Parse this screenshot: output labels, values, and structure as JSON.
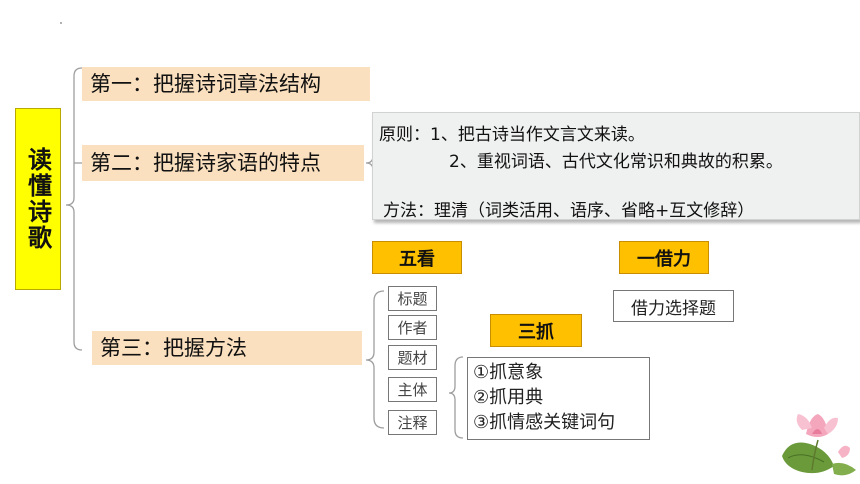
{
  "root": {
    "label": "读懂诗歌"
  },
  "branches": [
    {
      "label": "第一：把握诗词章法结构"
    },
    {
      "label": "第二：把握诗家语的特点"
    },
    {
      "label": "第三：把握方法"
    }
  ],
  "principle_box": {
    "line1": "原则：1、把古诗当作文言文来读。",
    "line2": "2、重视词语、古代文化常识和典故的积累。",
    "line3": "方法：理清（词类活用、语序、省略+互文修辞）"
  },
  "wukan": {
    "title": "五看",
    "items": [
      "标题",
      "作者",
      "题材",
      "主体",
      "注释"
    ]
  },
  "sanzhua": {
    "title": "三抓",
    "items": [
      "①抓意象",
      "②抓用典",
      "③抓情感关键词句"
    ]
  },
  "yijieli": {
    "title": "一借力",
    "item": "借力选择题"
  },
  "colors": {
    "root_fill": "#ffff00",
    "branch_fill": "#fbe0bf",
    "header_fill": "#ffc000",
    "principle_fill": "#eff0f0",
    "connector": "#9e9e9e"
  },
  "decoration": {
    "icon": "lotus-flower-icon"
  }
}
